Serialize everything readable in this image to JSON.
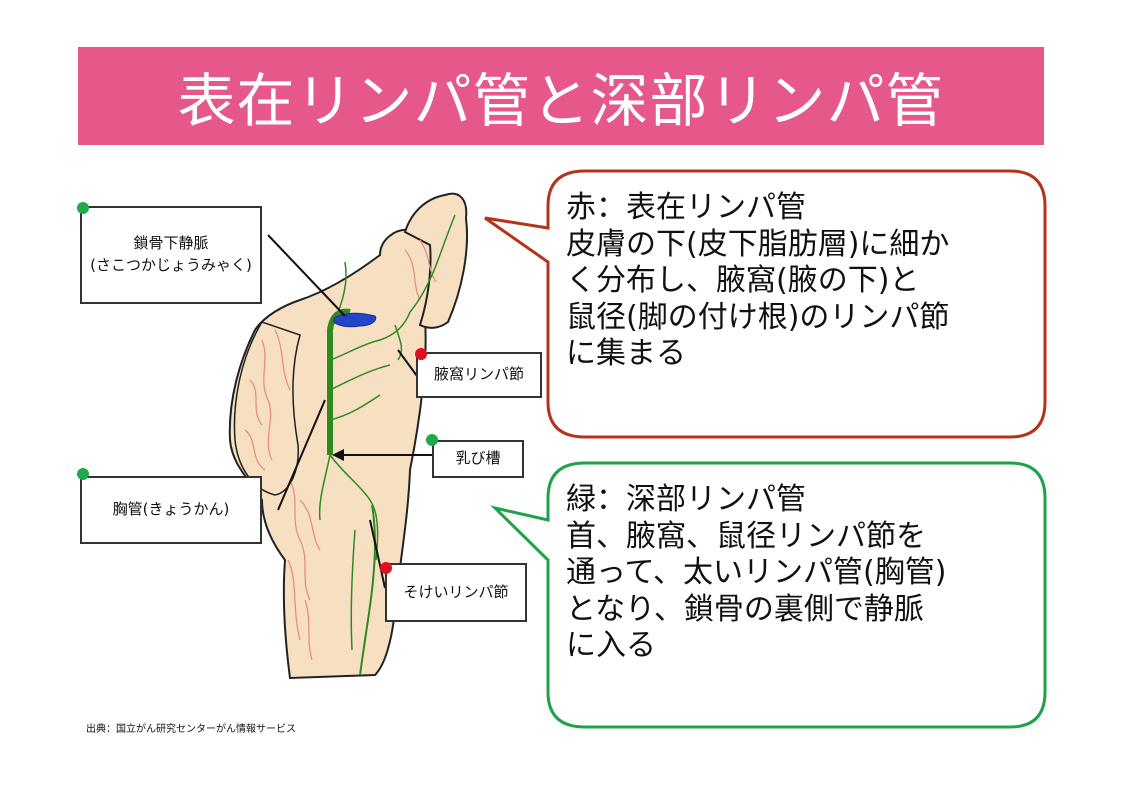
{
  "title": "表在リンパ管と深部リンパ管",
  "labels": {
    "subclavian": "鎖骨下静脈\n(さこつかじょうみゃく)",
    "axillary": "腋窩リンパ節",
    "cisterna": "乳び槽",
    "thoracic_duct": "胸管(きょうかん)",
    "inguinal": "そけいリンパ節"
  },
  "callouts": {
    "superficial": {
      "lines": [
        "赤：表在リンパ管",
        "皮膚の下(皮下脂肪層)に細か",
        "く分布し、腋窩(腋の下)と",
        "鼠径(脚の付け根)のリンパ節",
        "に集まる"
      ],
      "border_color": "#b5321c"
    },
    "deep": {
      "lines": [
        "緑：深部リンパ管",
        "首、腋窩、鼠径リンパ節を",
        "通って、太いリンパ管(胸管)",
        "となり、鎖骨の裏側で静脈",
        "に入る"
      ],
      "border_color": "#1fa24a"
    }
  },
  "source": "出典：国立がん研究センターがん情報サービス",
  "colors": {
    "title_bg": "#e6578a",
    "lymph_superficial": "#e8877c",
    "lymph_deep": "#2f8a22",
    "vein": "#2346c8",
    "skin": "#f7dfc1"
  }
}
